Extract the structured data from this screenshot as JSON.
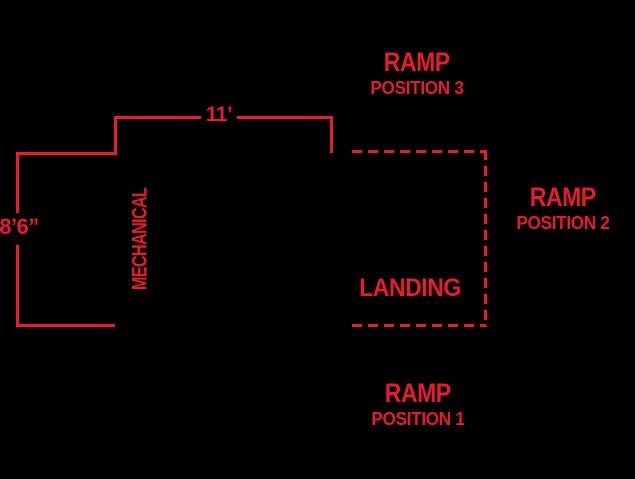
{
  "canvas": {
    "background_color": "#000000",
    "accent_color": "#E81C2B"
  },
  "labels": {
    "ramp_position_3": {
      "title": "RAMP",
      "subtitle": "POSITION 3"
    },
    "ramp_position_2": {
      "title": "RAMP",
      "subtitle": "POSITION 2"
    },
    "ramp_position_1": {
      "title": "RAMP",
      "subtitle": "POSITION 1"
    },
    "landing": "LANDING",
    "mechanical": "MECHANICAL"
  },
  "dimensions": {
    "top_width": "11’",
    "left_height": "8’6”"
  }
}
